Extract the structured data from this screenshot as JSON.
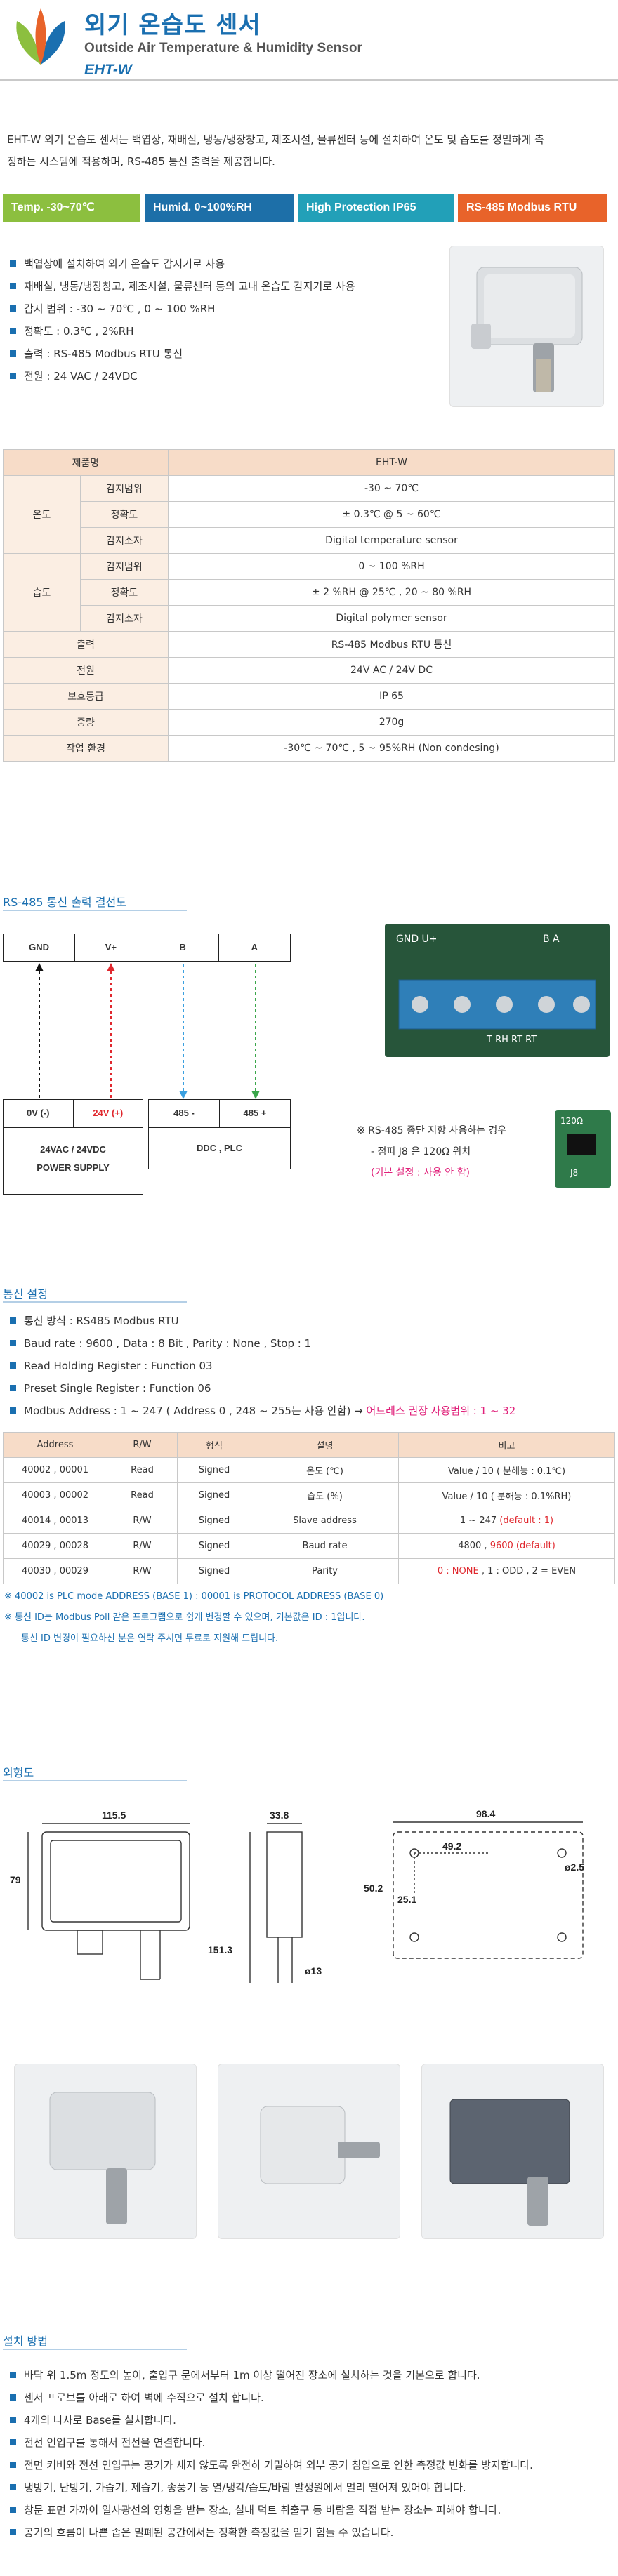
{
  "header": {
    "title": "외기 온습도 센서",
    "subtitle": "Outside Air Temperature & Humidity Sensor",
    "model": "EHT-W"
  },
  "intro": {
    "line1": "EHT-W 외기 온습도 센서는 백엽상, 재배실, 냉동/냉장창고, 제조시설, 물류센터 등에 설치하여 온도 및 습도를 정밀하게 측",
    "line2": "정하는 시스템에 적용하며, RS-485 통신 출력을 제공합니다."
  },
  "chips": [
    {
      "label": "Temp.   -30~70℃",
      "color": "#8cbf3f"
    },
    {
      "label": "Humid.  0~100%RH",
      "color": "#1d6fa8"
    },
    {
      "label": "High Protection  IP65",
      "color": "#22a0b8"
    },
    {
      "label": "RS-485 Modbus RTU",
      "color": "#e8632a"
    }
  ],
  "features": [
    "백엽상에 설치하여 외기 온습도 감지기로 사용",
    "재배실, 냉동/냉장창고, 제조시설, 물류센터 등의 고내 온습도 감지기로 사용",
    "감지 범위 :  -30 ~ 70℃ , 0 ~ 100 %RH",
    "정확도 :  0.3℃ ,  2%RH",
    "출력 :  RS-485 Modbus RTU 통신",
    "전원 :  24 VAC / 24VDC"
  ],
  "spec": {
    "header": [
      "제품명",
      "EHT-W"
    ],
    "temp_group": "온도",
    "humid_group": "습도",
    "temp_rows": [
      [
        "감지범위",
        "-30 ~ 70℃"
      ],
      [
        "정확도",
        "± 0.3℃  @ 5 ~ 60℃"
      ],
      [
        "감지소자",
        "Digital temperature sensor"
      ]
    ],
    "humid_rows": [
      [
        "감지범위",
        "0 ~ 100 %RH"
      ],
      [
        "정확도",
        "± 2 %RH  @ 25℃ , 20 ~ 80 %RH"
      ],
      [
        "감지소자",
        "Digital polymer sensor"
      ]
    ],
    "other_rows": [
      [
        "출력",
        "RS-485 Modbus RTU 통신"
      ],
      [
        "전원",
        "24V AC / 24V DC"
      ],
      [
        "보호등급",
        "IP 65"
      ],
      [
        "중량",
        "270g"
      ],
      [
        "작업 환경",
        "-30℃ ~ 70℃ ,  5 ~ 95%RH (Non condesing)"
      ]
    ]
  },
  "wiring": {
    "title": "RS-485 통신 출력 결선도",
    "terminals": [
      "GND",
      "V+",
      "B",
      "A"
    ],
    "power_labels": [
      "0V (-)",
      "24V (+)"
    ],
    "power_name": "24VAC / 24VDC\nPOWER SUPPLY",
    "comm_labels": [
      "485 -",
      "485 +"
    ],
    "comm_name": "DDC , PLC",
    "board_labels": [
      "GND  U+",
      "B   A",
      "T  RH RT RT"
    ],
    "note1": "※ RS-485 종단 저항 사용하는 경우",
    "note2": "- 점퍼 J8 은 120Ω 위치",
    "note3": "(기본 설정 : 사용 안 함)",
    "jumper_label": "120Ω",
    "jumper_name": "J8"
  },
  "comm": {
    "title": "통신 설정",
    "bullets": [
      "통신 방식 :  RS485 Modbus RTU",
      "Baud rate : 9600  ,  Data : 8 Bit  ,  Parity : None  ,  Stop : 1",
      "Read Holding Register :  Function  03",
      "Preset Single Register :  Function  06"
    ],
    "address_line": "Modbus Address :  1 ~ 247  ( Address 0 , 248 ~ 255는 사용 안함)  → ",
    "address_hint": "어드레스 권장 사용범위 : 1 ~ 32"
  },
  "registers": {
    "headers": [
      "Address",
      "R/W",
      "형식",
      "설명",
      "비고"
    ],
    "rows": [
      [
        "40002 , 00001",
        "Read",
        "Signed",
        "온도 (℃)",
        "Value / 10  ( 분해능 : 0.1℃)"
      ],
      [
        "40003 , 00002",
        "Read",
        "Signed",
        "습도 (%)",
        "Value / 10  ( 분해능 : 0.1%RH)"
      ],
      [
        "40014 , 00013",
        "R/W",
        "Signed",
        "Slave address",
        "1 ~ 247"
      ],
      [
        "40029 , 00028",
        "R/W",
        "Signed",
        "Baud rate",
        "4800 ,"
      ],
      [
        "40030 , 00029",
        "R/W",
        "Signed",
        "Parity",
        ""
      ]
    ],
    "default_slave": " (default : 1)",
    "baud_default": " 9600 (default)",
    "parity_default": "0 : NONE",
    "parity_rest": " , 1 : ODD , 2 = EVEN",
    "note1": "※  40002 is PLC mode ADDRESS (BASE 1) : 00001 is PROTOCOL ADDRESS (BASE 0)",
    "note2": "※  통신 ID는 Modbus Poll 같은 프로그램으로 쉽게 변경할 수 있으며, 기본값은 ID : 1입니다.",
    "note3": "통신 ID 변경이 필요하신 분은 연락 주시면 무료로 지원해 드립니다."
  },
  "outline": {
    "title": "외형도",
    "dims": [
      "115.5",
      "79",
      "33.8",
      "151.3",
      "ø13",
      "98.4",
      "49.2",
      "50.2",
      "25.1",
      "ø2.5"
    ]
  },
  "install": {
    "title": "설치 방법",
    "steps": [
      "바닥 위 1.5m 정도의 높이, 출입구 문에서부터 1m 이상 떨어진 장소에 설치하는 것을 기본으로 합니다.",
      "센서 프로브를 아래로 하여 벽에 수직으로 설치 합니다.",
      "4개의 나사로 Base를 설치합니다.",
      "전선 인입구를 통해서 전선을 연결합니다.",
      "전면 커버와 전선 인입구는 공기가 새지 않도록 완전히 기밀하여 외부 공기 침입으로 인한 측정값 변화를 방지합니다.",
      "냉방기, 난방기, 가습기, 제습기, 송풍기 등 열/냉각/습도/바람 발생원에서 멀리 떨어져 있어야 합니다.",
      "창문 표면 가까이 일사광선의 영향을 받는 장소, 실내 덕트 취출구 등 바람을 직접 받는 장소는 피해야 합니다.",
      "공기의 흐름이 나쁜 좁은 밀폐된 공간에서는 정확한 측정값을 얻기 힘들 수 있습니다."
    ]
  }
}
